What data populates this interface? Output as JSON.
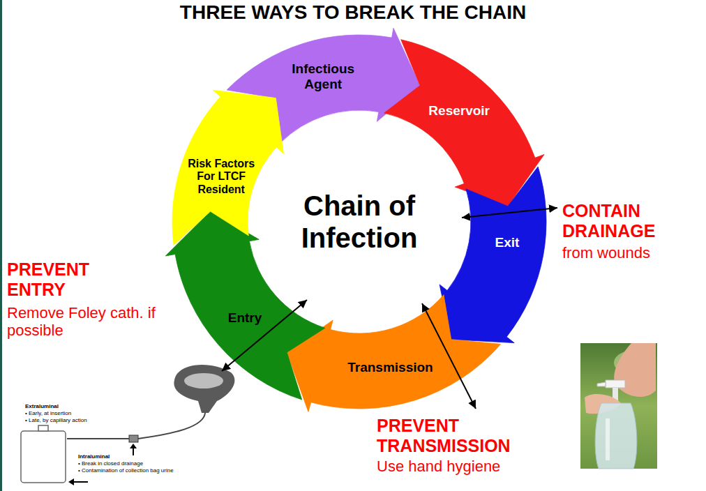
{
  "diagram": {
    "title": "THREE WAYS TO BREAK THE CHAIN",
    "nodes": [
      {
        "text": [
          "Infectious Agent"
        ]
      },
      {
        "text": [
          "Reservoir"
        ]
      },
      {
        "text": [
          "Exit"
        ]
      },
      {
        "text": [
          "Transmission"
        ]
      },
      {
        "text": [
          "Entry"
        ]
      },
      {
        "text": [
          "Risk Factors For LTCF Resident"
        ]
      }
    ],
    "labels": [
      "Chain of Infection",
      "CONTAIN DRAINAGE",
      "from wounds",
      "PREVENT ENTRY",
      "Remove Foley cath. if possible",
      "PREVENT TRANSMISSION",
      "Use hand hygiene",
      "Extraluminal",
      "• Early, at insertion",
      "• Late, by capillary action",
      "Intraluminal",
      "• Break in closed drainage",
      "• Contamination of collection bag urine"
    ]
  }
}
